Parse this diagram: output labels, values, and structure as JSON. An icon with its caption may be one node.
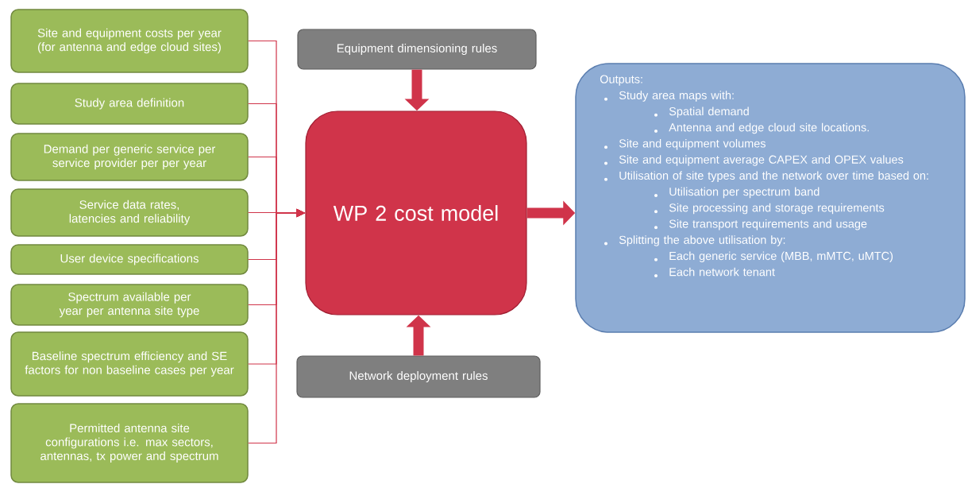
{
  "diagram": {
    "nodes": [
      {
        "text": [
          "Site and equipment costs per year (for antenna and edge cloud sites)"
        ]
      },
      {
        "text": [
          "Study area definition"
        ]
      },
      {
        "text": [
          "Demand per generic service per service provider per per year"
        ]
      },
      {
        "text": [
          "Service data rates, latencies and reliability"
        ]
      },
      {
        "text": [
          "User device specifications"
        ]
      },
      {
        "text": [
          "Spectrum  available per year per antenna site type"
        ]
      },
      {
        "text": [
          "Baseline spectrum efficiency and SE factors for non baseline cases per year"
        ]
      },
      {
        "text": [
          "Permitted antenna site configurations i.e. max sectors, antennas, tx power and spectrum"
        ]
      },
      {
        "text": [
          "Equipment dimensioning rules"
        ]
      },
      {
        "text": [
          "WP 2 cost model"
        ]
      },
      {
        "text": [
          "Network deployment rules"
        ]
      },
      {
        "text": [
          "Outputs:",
          "Study area maps with:",
          "Spatial demand",
          "Antenna and edge cloud site locations.",
          "Site and equipment volumes",
          "Site and equipment average CAPEX and OPEX values",
          "Utilisation of site types and the network over time based on:",
          "Utilisation per spectrum band",
          "Site processing and storage requirements",
          "Site transport requirements and usage",
          "Splitting the above utilisation by:",
          "Each generic service (MBB, mMTC, uMTC)",
          "Each network tenant"
        ]
      }
    ],
    "edges": [
      {
        "from": 0,
        "to": 9,
        "arrow": "to"
      },
      {
        "from": 1,
        "to": 9,
        "arrow": "to"
      },
      {
        "from": 2,
        "to": 9,
        "arrow": "to"
      },
      {
        "from": 3,
        "to": 9,
        "arrow": "to"
      },
      {
        "from": 4,
        "to": 9,
        "arrow": "to"
      },
      {
        "from": 5,
        "to": 9,
        "arrow": "to"
      },
      {
        "from": 6,
        "to": 9,
        "arrow": "to"
      },
      {
        "from": 7,
        "to": 9,
        "arrow": "to"
      },
      {
        "from": 8,
        "to": 9,
        "arrow": "to",
        "style": "thick"
      },
      {
        "from": 10,
        "to": 9,
        "arrow": "to",
        "style": "thick"
      },
      {
        "from": 9,
        "to": 11,
        "arrow": "to",
        "style": "thick"
      }
    ]
  }
}
